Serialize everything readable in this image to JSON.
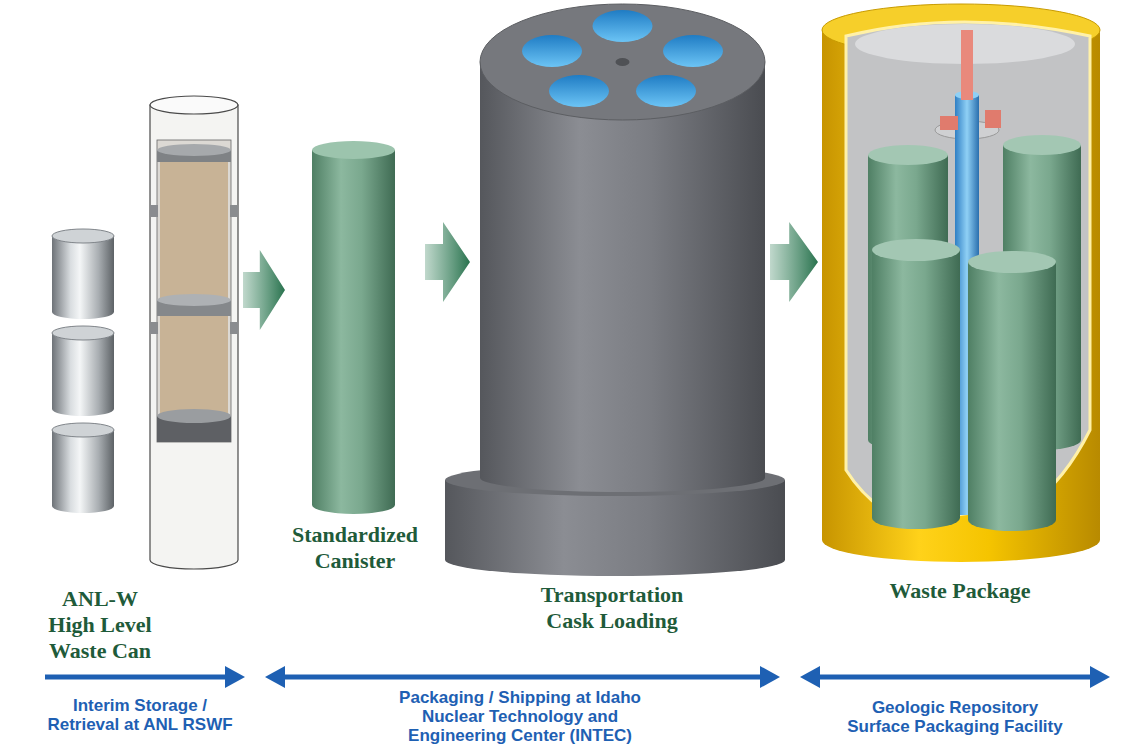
{
  "diagram": {
    "nodes": [
      {
        "text": [
          "ANL-W High Level Waste Can"
        ]
      },
      {
        "text": [
          "Standardized Canister"
        ]
      },
      {
        "text": [
          "Transportation Cask Loading"
        ]
      },
      {
        "text": [
          "Waste Package"
        ]
      }
    ],
    "edges": [
      {
        "from": 0,
        "to": 1,
        "arrow": "to"
      },
      {
        "from": 1,
        "to": 2,
        "arrow": "to"
      },
      {
        "from": 2,
        "to": 3,
        "arrow": "to"
      }
    ],
    "labels": [
      "Interim Storage / Retrieval at ANL RSWF",
      "Packaging / Shipping at Idaho Nuclear Technology and Engineering Center (INTEC)",
      "Geologic Repository Surface Packaging Facility"
    ]
  }
}
